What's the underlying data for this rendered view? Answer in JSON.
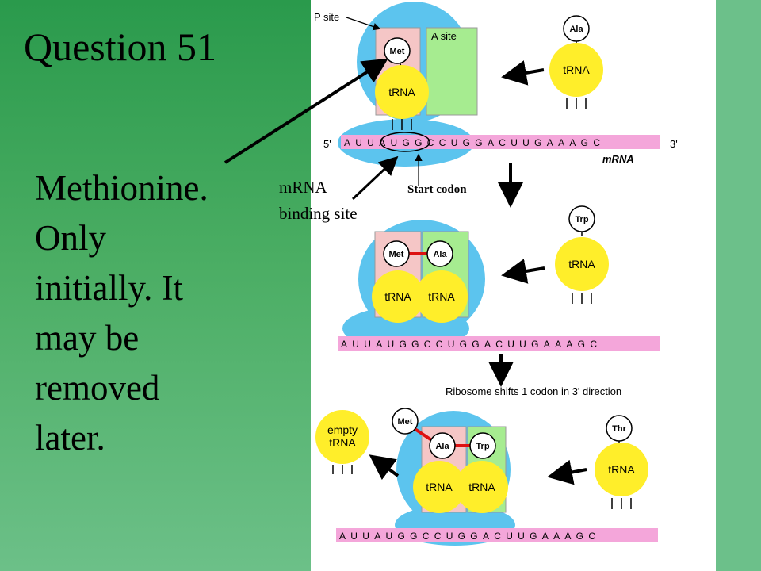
{
  "question_title": "Question 51",
  "answer_lines": [
    "Methionine.",
    "Only",
    "initially.  It",
    "may be",
    "removed",
    "later."
  ],
  "labels": {
    "p_site": "P site",
    "a_site": "A site",
    "five_prime": "5'",
    "three_prime": "3'",
    "mrna_tag": "mRNA",
    "mrna_binding": [
      "mRNA",
      "binding site"
    ],
    "start_codon": "Start codon",
    "shift_note": "Ribosome shifts 1 codon in 3' direction",
    "empty_trna": [
      "empty",
      "tRNA"
    ]
  },
  "trna_label": "tRNA",
  "amino_acids": {
    "met": "Met",
    "ala": "Ala",
    "trp": "Trp",
    "thr": "Thr"
  },
  "sequences": {
    "mrna_1": "AUUAUGGCCUGGACUUGAAAGC",
    "mrna_2": "AUUAUGGCCUGGACUUGAAAGC",
    "mrna_3": "AUUAUGGCCUGGACUUGAAAGC"
  },
  "colors": {
    "slide_green": "#2a9a4c",
    "ribosome": "#5cc4ee",
    "p_site": "#f5c6c6",
    "a_site": "#a6ec90",
    "trna": "#ffee2a",
    "mrna_strip": "#f4a6da",
    "peptide_bond": "#dd1111"
  }
}
